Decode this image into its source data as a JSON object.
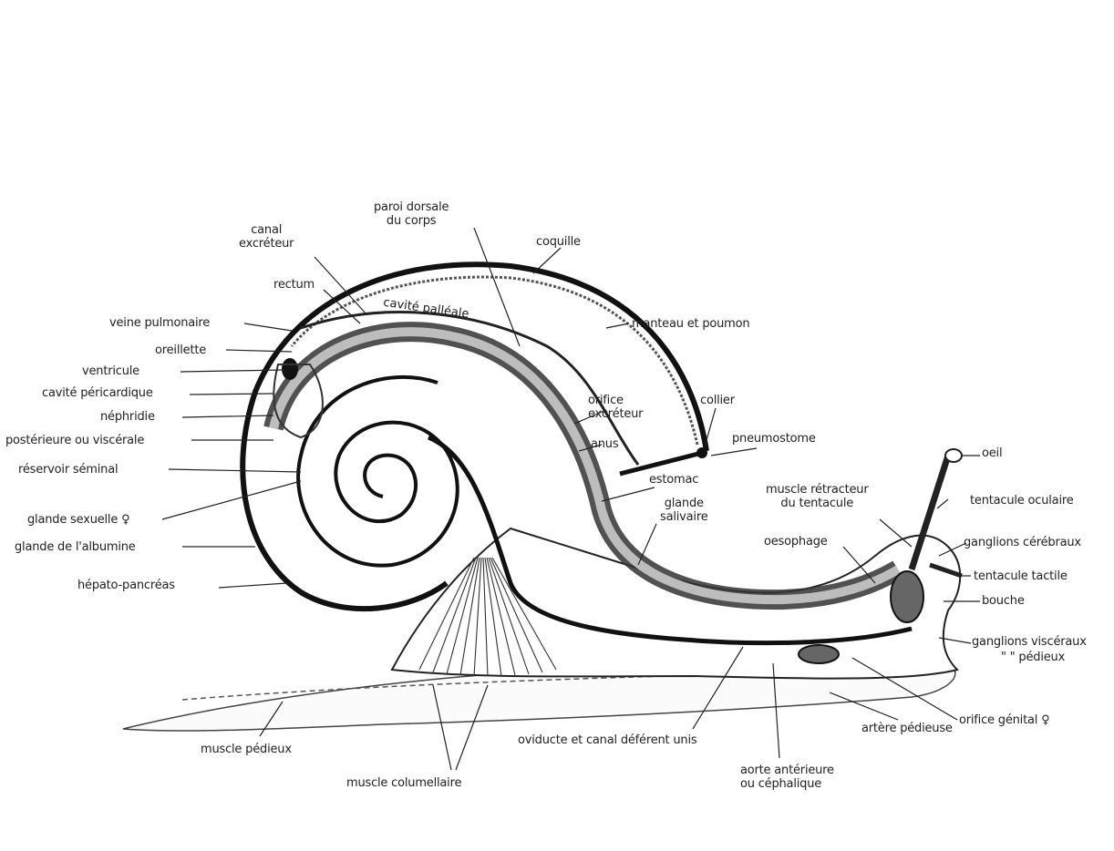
{
  "labels": {
    "canal_excreteur": "canal\nexcréteur",
    "paroi_dorsale": "paroi dorsale\ndu corps",
    "coquille": "coquille",
    "rectum": "rectum",
    "cavite_palleale": "cavité palléale",
    "manteau_poumon": "manteau et poumon",
    "veine_pulmonaire": "veine pulmonaire",
    "oreillette": "oreillette",
    "ventricule": "ventricule",
    "cavite_pericardique": "cavité péricardique",
    "nephridie": "néphridie",
    "posterieure": "postérieure ou viscérale",
    "reservoir_seminal": "réservoir séminal",
    "glande_sexuelle": "glande sexuelle ♀",
    "glande_albumine": "glande de l'albumine",
    "hepato_pancreas": "hépato-pancréas",
    "orifice_excreteur": "orifice\nexcréteur",
    "anus": "anus",
    "collier": "collier",
    "pneumostome": "pneumostome",
    "estomac": "estomac",
    "glande_salivaire": "glande\nsalivaire",
    "oeil": "oeil",
    "muscle_retracteur": "muscle rétracteur\ndu tentacule",
    "tentacule_oculaire": "tentacule oculaire",
    "oesophage": "oesophage",
    "ganglions_cerebraux": "ganglions cérébraux",
    "tentacule_tactile": "tentacule tactile",
    "bouche": "bouche",
    "ganglions_visceraux": "ganglions viscéraux",
    "pedieux": "\" \" pédieux",
    "orifice_genital": "orifice génital ♀",
    "artere_pedieuse": "artère pédieuse",
    "oviducte": "oviducte et canal déférent unis",
    "aorte": "aorte antérieure\nou céphalique",
    "muscle_columellaire": "muscle columellaire",
    "muscle_pedieux": "muscle pédieux"
  }
}
